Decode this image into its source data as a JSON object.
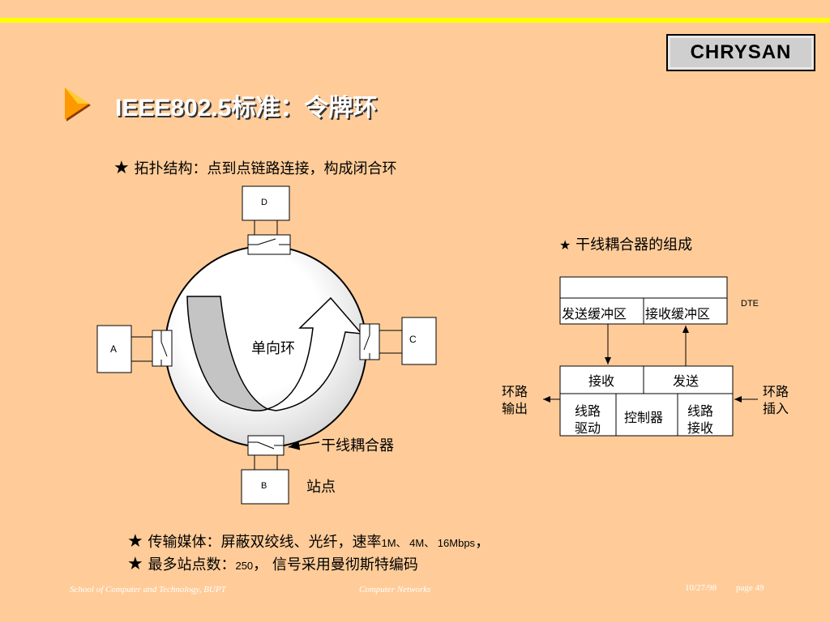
{
  "logo": "CHRYSAN",
  "title": "IEEE802.5标准：令牌环",
  "bullets": {
    "star": "★",
    "topology": "拓扑结构：点到点链路连接，构成闭合环",
    "coupler_composition": "干线耦合器的组成",
    "media_prefix": "传输媒体：屏蔽双绞线、光纤，速率",
    "media_rates": "1M、 4M、 16Mbps",
    "media_suffix": "，",
    "max_prefix": "最多站点数：",
    "max_value": "250",
    "max_suffix": "，  信号采用曼彻斯特编码"
  },
  "ring_diagram": {
    "station_a": "A",
    "station_b": "B",
    "station_c": "C",
    "station_d": "D",
    "ring_label": "单向环",
    "coupler_label": "干线耦合器",
    "station_label": "站点"
  },
  "coupler_diagram": {
    "send_buffer": "发送缓冲区",
    "recv_buffer": "接收缓冲区",
    "dte": "DTE",
    "receive": "接收",
    "send": "发送",
    "line_drive_1": "线路",
    "line_drive_2": "驱动",
    "controller": "控制器",
    "line_recv_1": "线路",
    "line_recv_2": "接收",
    "ring_out_1": "环路",
    "ring_out_2": "输出",
    "ring_in_1": "环路",
    "ring_in_2": "插入"
  },
  "footer": {
    "school": "School of Computer and Technology, BUPT",
    "course": "Computer  Networks",
    "date": "10/27/98",
    "page": "page 49"
  }
}
